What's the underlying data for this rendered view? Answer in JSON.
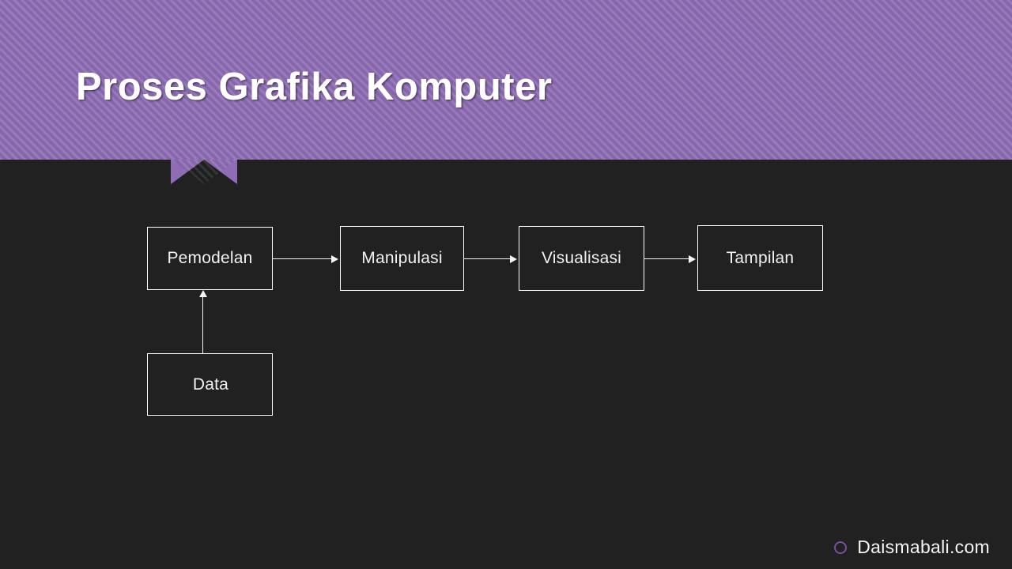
{
  "slide": {
    "title": "Proses Grafika Komputer",
    "background_color": "#212121",
    "header_color": "#8f6db5",
    "accent_color": "#7a4fa0"
  },
  "diagram": {
    "type": "flowchart",
    "nodes": [
      {
        "id": "pemodelan",
        "label": "Pemodelan"
      },
      {
        "id": "manipulasi",
        "label": "Manipulasi"
      },
      {
        "id": "visualisasi",
        "label": "Visualisasi"
      },
      {
        "id": "tampilan",
        "label": "Tampilan"
      },
      {
        "id": "data",
        "label": "Data"
      }
    ],
    "edges": [
      {
        "from": "pemodelan",
        "to": "manipulasi",
        "direction": "right"
      },
      {
        "from": "manipulasi",
        "to": "visualisasi",
        "direction": "right"
      },
      {
        "from": "visualisasi",
        "to": "tampilan",
        "direction": "right"
      },
      {
        "from": "data",
        "to": "pemodelan",
        "direction": "up"
      }
    ]
  },
  "footer": {
    "brand": "Daismabali.com",
    "icon": "circle-ring-icon"
  }
}
